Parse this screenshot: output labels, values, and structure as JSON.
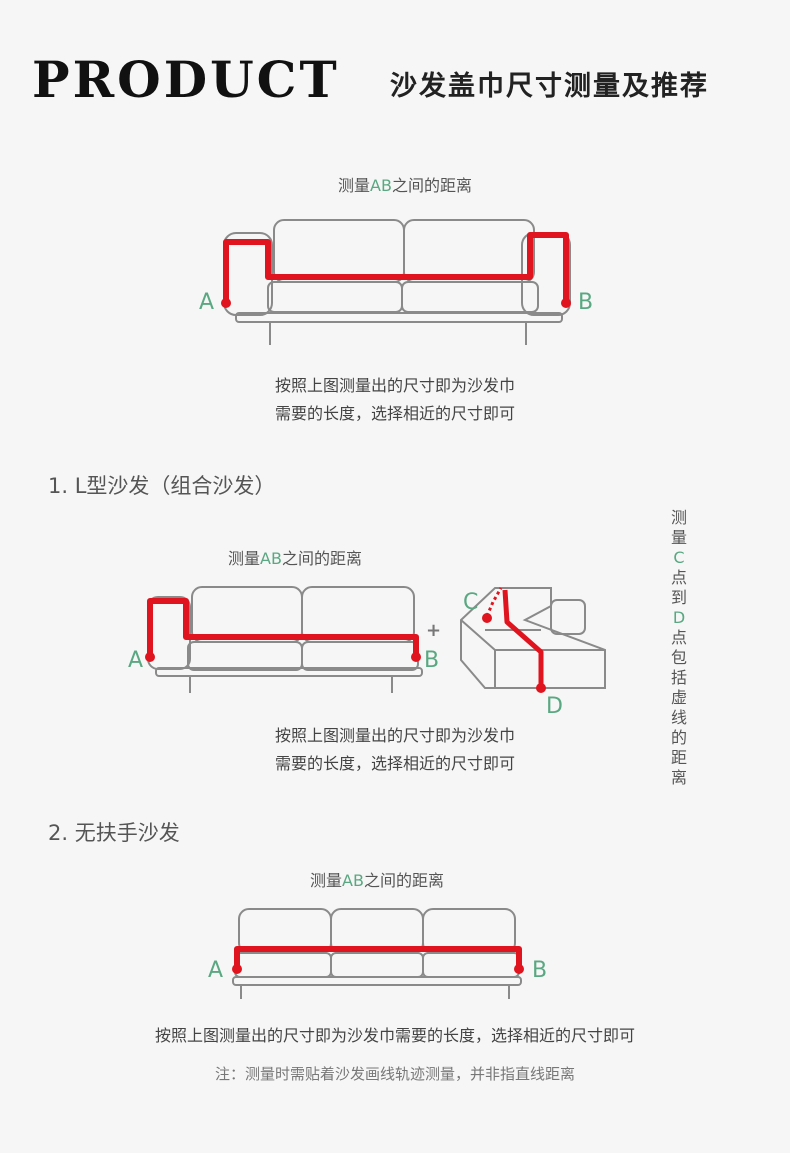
{
  "header": {
    "logo_text": "PRODUCT",
    "title": "沙发盖巾尺寸测量及推荐"
  },
  "section_main": {
    "caption_prefix": "测量",
    "caption_ab": "AB",
    "caption_suffix": "之间的距离",
    "label_a": "A",
    "label_b": "B",
    "instruction_line1": "按照上图测量出的尺寸即为沙发巾",
    "instruction_line2": "需要的长度，选择相近的尺寸即可"
  },
  "section_l": {
    "title": "1. L型沙发（组合沙发）",
    "caption_prefix": "测量",
    "caption_ab": "AB",
    "caption_suffix": "之间的距离",
    "label_a": "A",
    "label_b": "B",
    "label_c": "C",
    "label_d": "D",
    "plus": "+",
    "instruction_line1": "按照上图测量出的尺寸即为沙发巾",
    "instruction_line2": "需要的长度，选择相近的尺寸即可",
    "vertical_note": [
      "测",
      "量",
      "C",
      "点",
      "到",
      "D",
      "点",
      "包",
      "括",
      "虚",
      "线",
      "的",
      "距",
      "离"
    ]
  },
  "section_armless": {
    "title": "2. 无扶手沙发",
    "caption_prefix": "测量",
    "caption_ab": "AB",
    "caption_suffix": "之间的距离",
    "label_a": "A",
    "label_b": "B",
    "instruction": "按照上图测量出的尺寸即为沙发巾需要的长度，选择相近的尺寸即可",
    "note": "注：测量时需贴着沙发画线轨迹测量，并非指直线距离"
  },
  "colors": {
    "accent_green": "#5aa882",
    "measure_red": "#e0141e",
    "outline_gray": "#8a8a8a"
  }
}
